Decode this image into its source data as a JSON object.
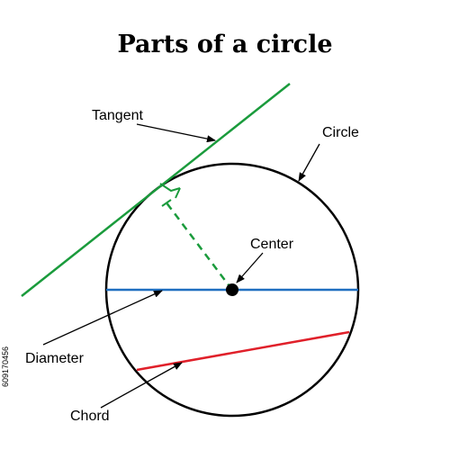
{
  "title": "Parts of a circle",
  "labels": {
    "tangent": "Tangent",
    "circle": "Circle",
    "center": "Center",
    "diameter": "Diameter",
    "chord": "Chord"
  },
  "side_id": "609170456",
  "colors": {
    "circle": "#000000",
    "tangent": "#1a9b3c",
    "diameter": "#1f6fc0",
    "chord": "#e0202a",
    "radius": "#1a9b3c",
    "text": "#000000"
  }
}
